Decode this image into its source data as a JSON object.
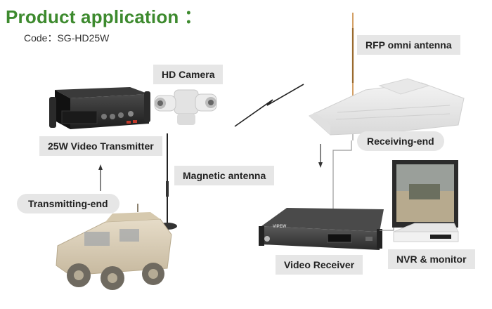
{
  "header": {
    "title": "Product application ：",
    "code_label": "Code：",
    "code_value": "SG-HD25W"
  },
  "labels": {
    "hd_camera": "HD Camera",
    "video_transmitter": "25W Video Transmitter",
    "magnetic_antenna": "Magnetic antenna",
    "transmitting_end": "Transmitting-end",
    "rfp_antenna": "RFP omni antenna",
    "receiving_end": "Receiving-end",
    "video_receiver": "Video Receiver",
    "nvr_monitor": "NVR & monitor",
    "receiver_brand": "VIPEW"
  }
}
